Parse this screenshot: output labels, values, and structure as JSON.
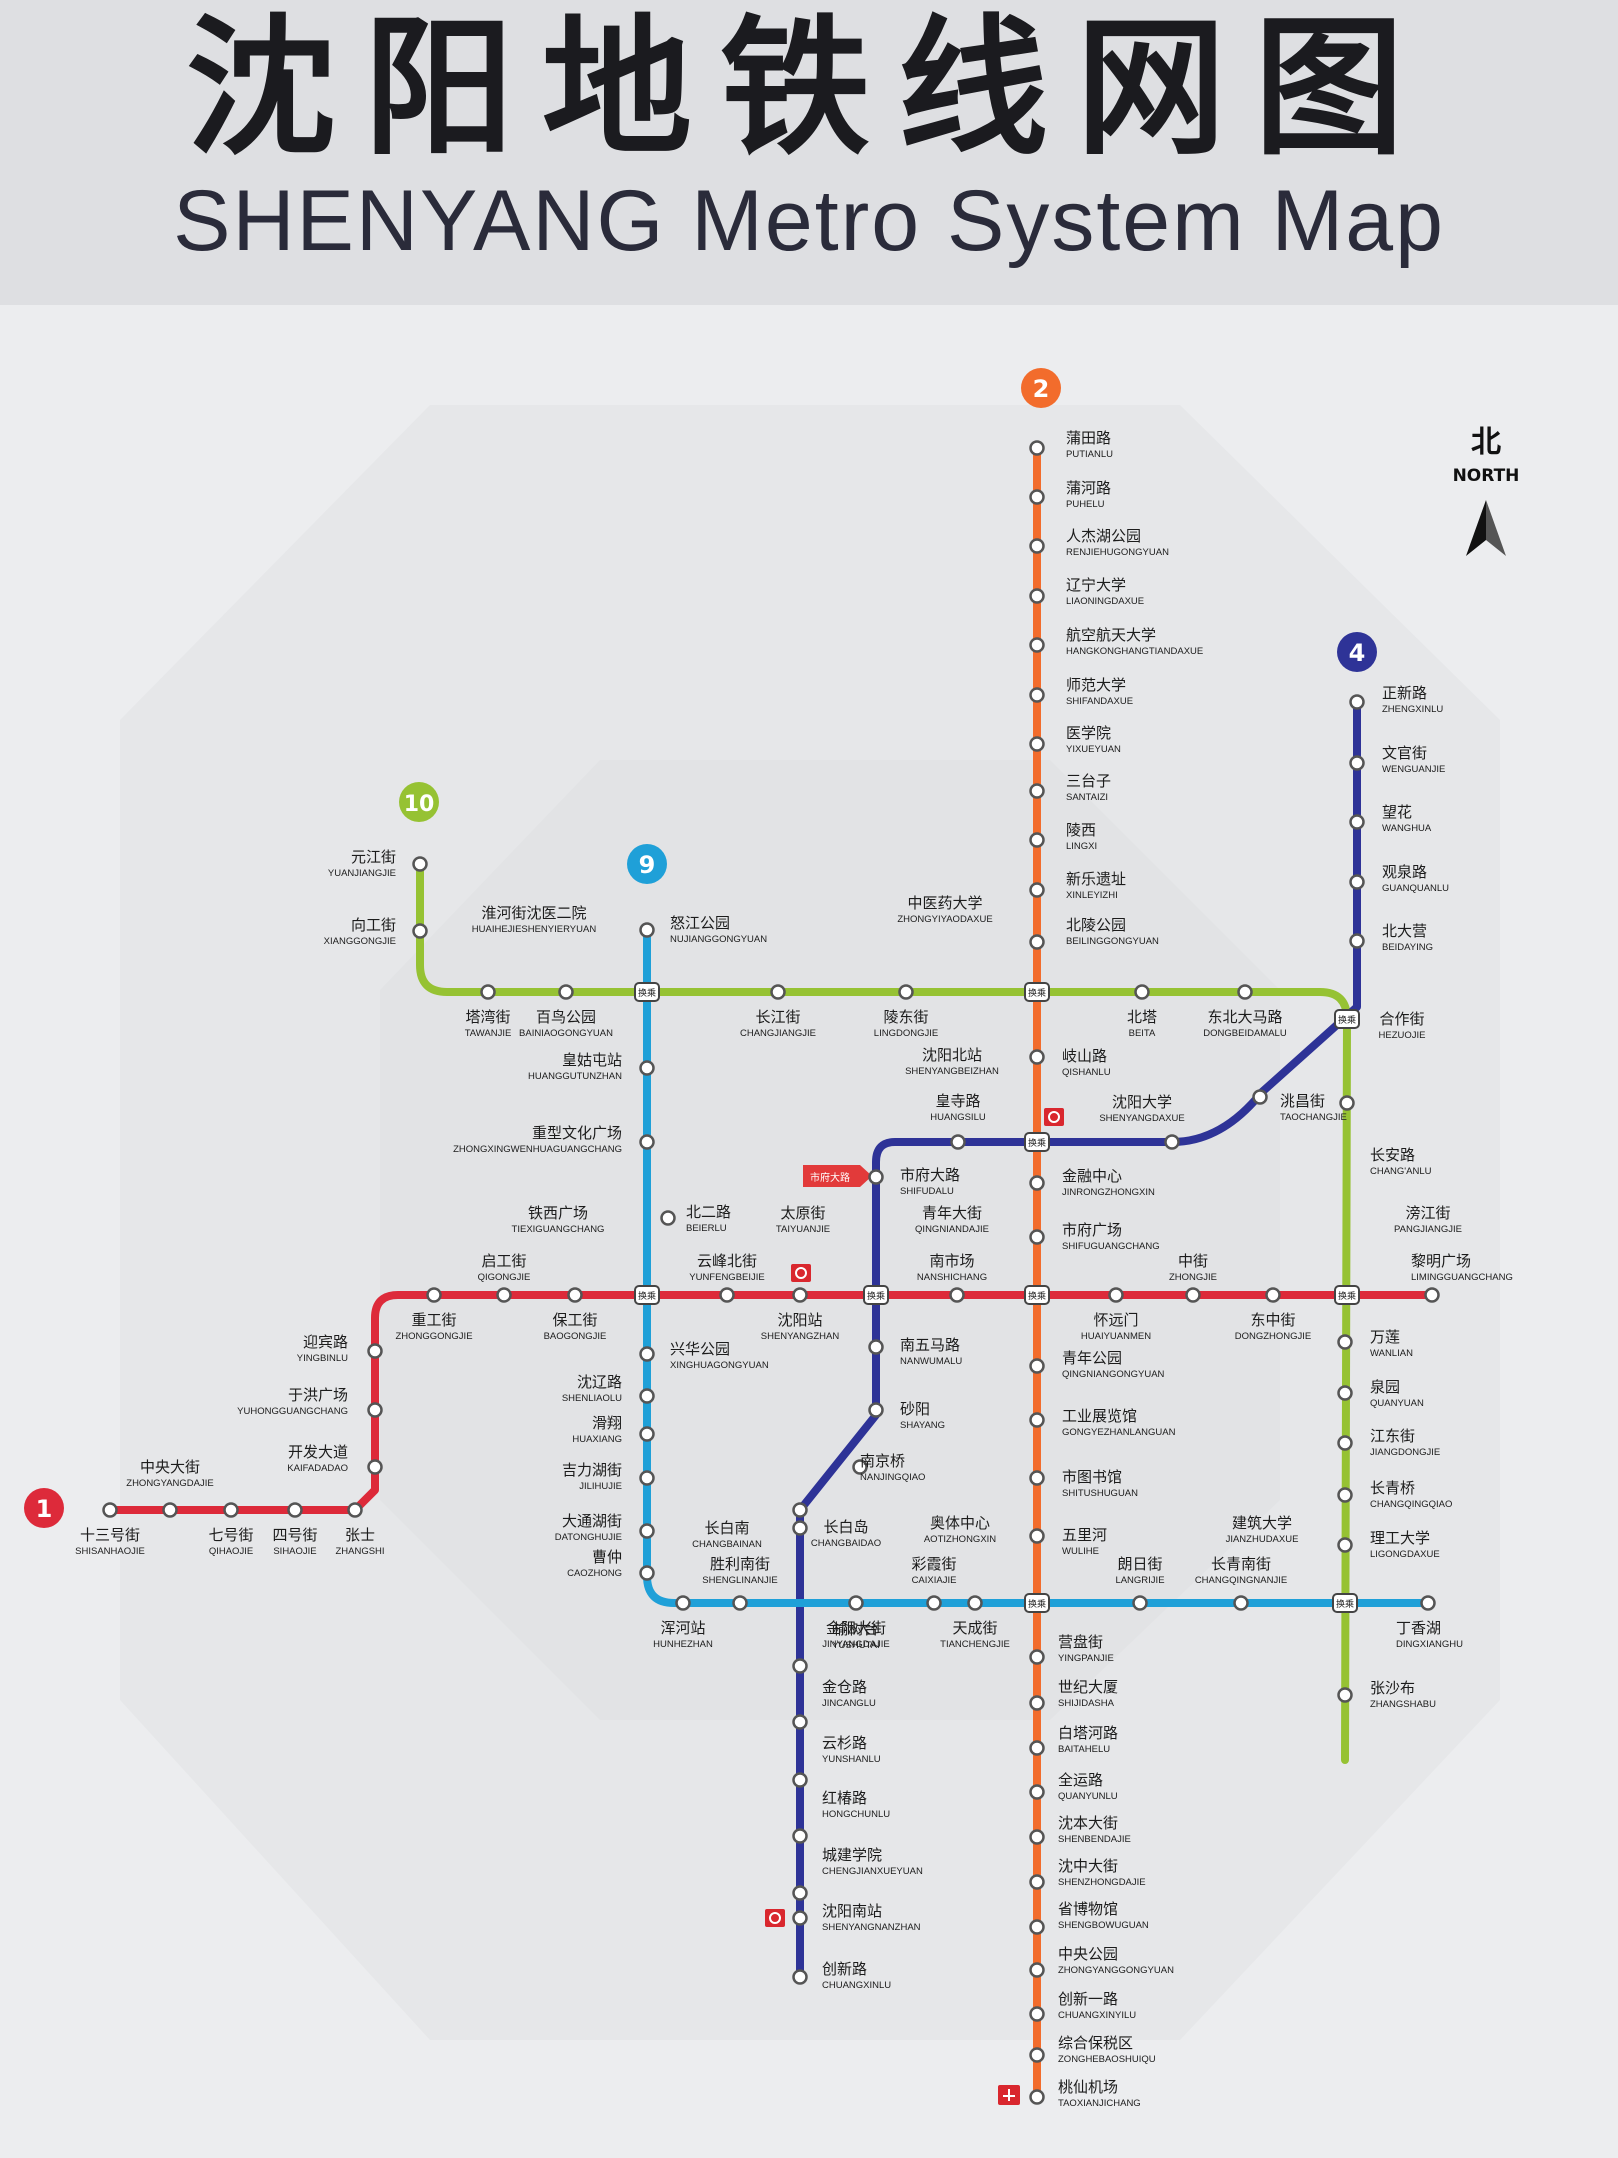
{
  "title": {
    "zh": "沈阳地铁线网图",
    "en": "SHENYANG Metro System Map"
  },
  "north": {
    "zh": "北",
    "en": "NORTH"
  },
  "colors": {
    "line1": "#dd2a3a",
    "line2": "#f26c2c",
    "line4": "#2e3397",
    "line9": "#1fa0d8",
    "line10": "#96c233"
  },
  "lines": [
    {
      "id": "1",
      "color": "#dd2a3a"
    },
    {
      "id": "2",
      "color": "#f26c2c"
    },
    {
      "id": "4",
      "color": "#2e3397"
    },
    {
      "id": "9",
      "color": "#1fa0d8"
    },
    {
      "id": "10",
      "color": "#96c233"
    }
  ],
  "transfer_label": "换乘",
  "shifudalu_badge": "市府大路",
  "stations": [
    {
      "zh": "十三号街",
      "en": "SHISANHAOJIE"
    },
    {
      "zh": "中央大街",
      "en": "ZHONGYANGDAJIE"
    },
    {
      "zh": "七号街",
      "en": "QIHAOJIE"
    },
    {
      "zh": "四号街",
      "en": "SIHAOJIE"
    },
    {
      "zh": "张士",
      "en": "ZHANGSHI"
    },
    {
      "zh": "开发大道",
      "en": "KAIFADADAO"
    },
    {
      "zh": "于洪广场",
      "en": "YUHONGGUANGCHANG"
    },
    {
      "zh": "迎宾路",
      "en": "YINGBINLU"
    },
    {
      "zh": "重工街",
      "en": "ZHONGGONGJIE"
    },
    {
      "zh": "启工街",
      "en": "QIGONGJIE"
    },
    {
      "zh": "保工街",
      "en": "BAOGONGJIE"
    },
    {
      "zh": "铁西广场",
      "en": "TIEXIGUANGCHANG"
    },
    {
      "zh": "云峰北街",
      "en": "YUNFENGBEIJIE"
    },
    {
      "zh": "沈阳站",
      "en": "SHENYANGZHAN"
    },
    {
      "zh": "太原街",
      "en": "TAIYUANJIE"
    },
    {
      "zh": "南市场",
      "en": "NANSHICHANG"
    },
    {
      "zh": "青年大街",
      "en": "QINGNIANDAJIE"
    },
    {
      "zh": "怀远门",
      "en": "HUAIYUANMEN"
    },
    {
      "zh": "中街",
      "en": "ZHONGJIE"
    },
    {
      "zh": "东中街",
      "en": "DONGZHONGJIE"
    },
    {
      "zh": "滂江街",
      "en": "PANGJIANGJIE"
    },
    {
      "zh": "黎明广场",
      "en": "LIMINGGUANGCHANG"
    },
    {
      "zh": "蒲田路",
      "en": "PUTIANLU"
    },
    {
      "zh": "蒲河路",
      "en": "PUHELU"
    },
    {
      "zh": "人杰湖公园",
      "en": "RENJIEHUGONGYUAN"
    },
    {
      "zh": "辽宁大学",
      "en": "LIAONINGDAXUE"
    },
    {
      "zh": "航空航天大学",
      "en": "HANGKONGHANGTIANDAXUE"
    },
    {
      "zh": "师范大学",
      "en": "SHIFANDAXUE"
    },
    {
      "zh": "医学院",
      "en": "YIXUEYUAN"
    },
    {
      "zh": "三台子",
      "en": "SANTAIZI"
    },
    {
      "zh": "陵西",
      "en": "LINGXI"
    },
    {
      "zh": "新乐遗址",
      "en": "XINLEYIZHI"
    },
    {
      "zh": "北陵公园",
      "en": "BEILINGGONGYUAN"
    },
    {
      "zh": "中医药大学",
      "en": "ZHONGYIYAODAXUE"
    },
    {
      "zh": "岐山路",
      "en": "QISHANLU"
    },
    {
      "zh": "沈阳北站",
      "en": "SHENYANGBEIZHAN"
    },
    {
      "zh": "金融中心",
      "en": "JINRONGZHONGXIN"
    },
    {
      "zh": "市府广场",
      "en": "SHIFUGUANGCHANG"
    },
    {
      "zh": "青年公园",
      "en": "QINGNIANGONGYUAN"
    },
    {
      "zh": "工业展览馆",
      "en": "GONGYEZHANLANGUAN"
    },
    {
      "zh": "市图书馆",
      "en": "SHITUSHUGUAN"
    },
    {
      "zh": "五里河",
      "en": "WULIHE"
    },
    {
      "zh": "奥体中心",
      "en": "AOTIZHONGXIN"
    },
    {
      "zh": "营盘街",
      "en": "YINGPANJIE"
    },
    {
      "zh": "世纪大厦",
      "en": "SHIJIDASHA"
    },
    {
      "zh": "白塔河路",
      "en": "BAITAHELU"
    },
    {
      "zh": "全运路",
      "en": "QUANYUNLU"
    },
    {
      "zh": "沈本大街",
      "en": "SHENBENDAJIE"
    },
    {
      "zh": "沈中大街",
      "en": "SHENZHONGDAJIE"
    },
    {
      "zh": "省博物馆",
      "en": "SHENGBOWUGUAN"
    },
    {
      "zh": "中央公园",
      "en": "ZHONGYANGGONGYUAN"
    },
    {
      "zh": "创新一路",
      "en": "CHUANGXINYILU"
    },
    {
      "zh": "综合保税区",
      "en": "ZONGHEBAOSHUIQU"
    },
    {
      "zh": "桃仙机场",
      "en": "TAOXIANJICHANG"
    },
    {
      "zh": "正新路",
      "en": "ZHENGXINLU"
    },
    {
      "zh": "文官街",
      "en": "WENGUANJIE"
    },
    {
      "zh": "望花",
      "en": "WANGHUA"
    },
    {
      "zh": "观泉路",
      "en": "GUANQUANLU"
    },
    {
      "zh": "北大营",
      "en": "BEIDAYING"
    },
    {
      "zh": "合作街",
      "en": "HEZUOJIE"
    },
    {
      "zh": "洮昌街",
      "en": "TAOCHANGJIE"
    },
    {
      "zh": "沈阳大学",
      "en": "SHENYANGDAXUE"
    },
    {
      "zh": "皇寺路",
      "en": "HUANGSILU"
    },
    {
      "zh": "市府大路",
      "en": "SHIFUDALU"
    },
    {
      "zh": "南五马路",
      "en": "NANWUMALU"
    },
    {
      "zh": "砂阳",
      "en": "SHAYANG"
    },
    {
      "zh": "南京桥",
      "en": "NANJINGQIAO"
    },
    {
      "zh": "长白岛",
      "en": "CHANGBAIDAO"
    },
    {
      "zh": "长白南",
      "en": "CHANGBAINAN"
    },
    {
      "zh": "榆树台",
      "en": "YUSHUTAI"
    },
    {
      "zh": "金仓路",
      "en": "JINCANGLU"
    },
    {
      "zh": "云杉路",
      "en": "YUNSHANLU"
    },
    {
      "zh": "红椿路",
      "en": "HONGCHUNLU"
    },
    {
      "zh": "城建学院",
      "en": "CHENGJIANXUEYUAN"
    },
    {
      "zh": "沈阳南站",
      "en": "SHENYANGNANZHAN"
    },
    {
      "zh": "创新路",
      "en": "CHUANGXINLU"
    },
    {
      "zh": "怒江公园",
      "en": "NUJIANGGONGYUAN"
    },
    {
      "zh": "淮河街沈医二院",
      "en": "HUAIHEJIESHENYIERYUAN"
    },
    {
      "zh": "皇姑屯站",
      "en": "HUANGGUTUNZHAN"
    },
    {
      "zh": "重型文化广场",
      "en": "ZHONGXINGWENHUAGUANGCHANG"
    },
    {
      "zh": "北二路",
      "en": "BEIERLU"
    },
    {
      "zh": "兴华公园",
      "en": "XINGHUAGONGYUAN"
    },
    {
      "zh": "沈辽路",
      "en": "SHENLIAOLU"
    },
    {
      "zh": "滑翔",
      "en": "HUAXIANG"
    },
    {
      "zh": "吉力湖街",
      "en": "JILIHUJIE"
    },
    {
      "zh": "大通湖街",
      "en": "DATONGHUJIE"
    },
    {
      "zh": "曹仲",
      "en": "CAOZHONG"
    },
    {
      "zh": "浑河站",
      "en": "HUNHEZHAN"
    },
    {
      "zh": "胜利南街",
      "en": "SHENGLINANJIE"
    },
    {
      "zh": "金阳大街",
      "en": "JINYANGDAJIE"
    },
    {
      "zh": "彩霞街",
      "en": "CAIXIAJIE"
    },
    {
      "zh": "天成街",
      "en": "TIANCHENGJIE"
    },
    {
      "zh": "朗日街",
      "en": "LANGRIJIE"
    },
    {
      "zh": "长青南街",
      "en": "CHANGQINGNANJIE"
    },
    {
      "zh": "建筑大学",
      "en": "JIANZHUDAXUE"
    },
    {
      "zh": "丁香湖",
      "en": "DINGXIANGHU"
    },
    {
      "zh": "元江街",
      "en": "YUANJIANGJIE"
    },
    {
      "zh": "向工街",
      "en": "XIANGGONGJIE"
    },
    {
      "zh": "塔湾街",
      "en": "TAWANJIE"
    },
    {
      "zh": "百鸟公园",
      "en": "BAINIAOGONGYUAN"
    },
    {
      "zh": "长江街",
      "en": "CHANGJIANGJIE"
    },
    {
      "zh": "陵东街",
      "en": "LINGDONGJIE"
    },
    {
      "zh": "北塔",
      "en": "BEITA"
    },
    {
      "zh": "东北大马路",
      "en": "DONGBEIDAMALU"
    },
    {
      "zh": "长安路",
      "en": "CHANG'ANLU"
    },
    {
      "zh": "万莲",
      "en": "WANLIAN"
    },
    {
      "zh": "泉园",
      "en": "QUANYUAN"
    },
    {
      "zh": "江东街",
      "en": "JIANGDONGJIE"
    },
    {
      "zh": "长青桥",
      "en": "CHANGQINGQIAO"
    },
    {
      "zh": "理工大学",
      "en": "LIGONGDAXUE"
    },
    {
      "zh": "张沙布",
      "en": "ZHANGSHABU"
    }
  ]
}
